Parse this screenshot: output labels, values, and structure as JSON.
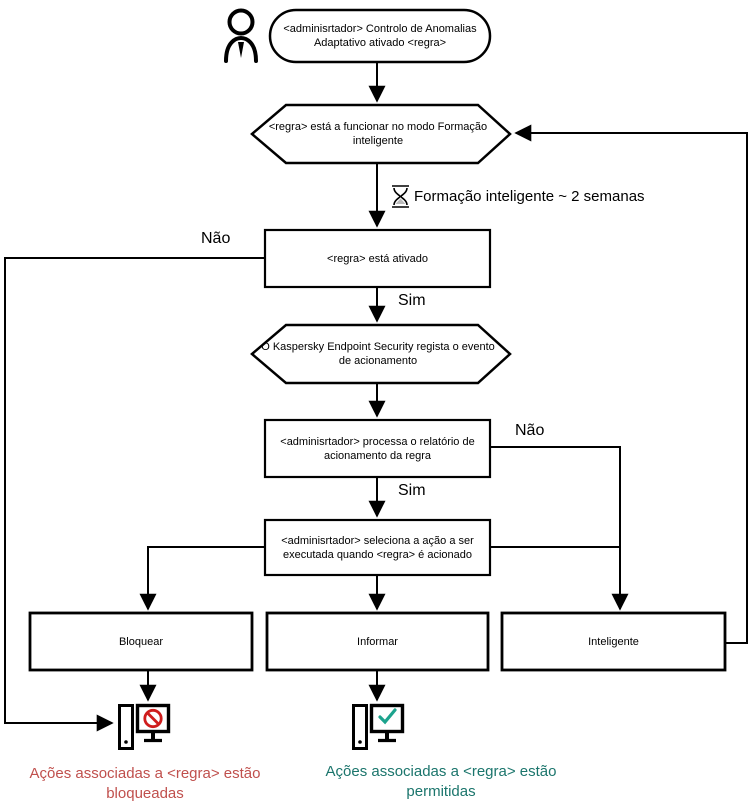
{
  "palette": {
    "line": "#000000",
    "blocked_text": "#c0504d",
    "allowed_text": "#1b756c",
    "prohibit_icon": "#cf1d1d",
    "check_icon": "#1ca38d"
  },
  "nodes": {
    "start": "<adminisrtador> Controlo de Anomalias Adaptativo ativado <regra>",
    "training_mode": "<regra> está a funcionar no modo Formação inteligente",
    "training_duration": "Formação inteligente ~ 2 semanas",
    "rule_enabled": "<regra> está ativado",
    "security_logs": "O Kaspersky Endpoint Security regista o evento de acionamento",
    "admin_processes": "<adminisrtador> processa o relatório de acionamento da regra",
    "admin_selects": "<adminisrtador> seleciona a ação a ser executada quando <regra> é acionado",
    "action_block": "Bloquear",
    "action_inform": "Informar",
    "action_smart": "Inteligente"
  },
  "labels": {
    "no_left": "Não",
    "yes_1": "Sim",
    "no_right": "Não",
    "yes_2": "Sim"
  },
  "captions": {
    "blocked": "Ações associadas a <regra> estão bloqueadas",
    "allowed": "Ações associadas a <regra> estão permitidas"
  },
  "icons": {
    "person": "user-outline",
    "hourglass": "hourglass",
    "computer_blocked": "computer-with-prohibition-sign",
    "computer_allowed": "computer-with-check-mark"
  }
}
